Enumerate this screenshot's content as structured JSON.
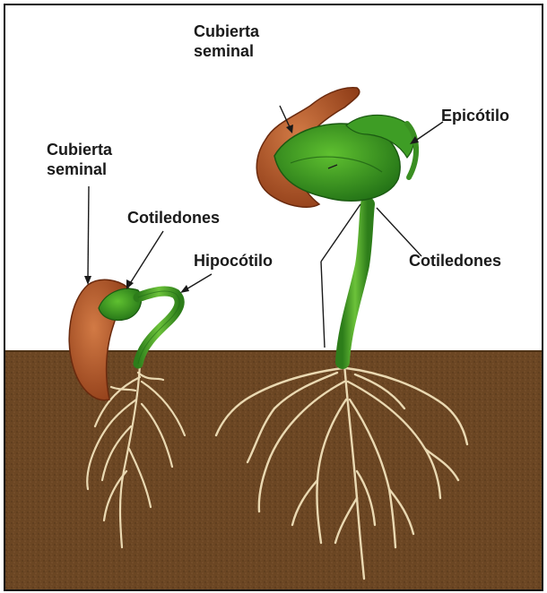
{
  "labels": {
    "left_seed_coat": [
      "Cubierta",
      "seminal"
    ],
    "left_cotyledons": "Cotiledones",
    "hypocotyl": "Hipocótilo",
    "right_seed_coat": [
      "Cubierta",
      "seminal"
    ],
    "epicotyl": "Epicótilo",
    "right_cotyledons": "Cotiledones"
  },
  "colors": {
    "sky": "#ffffff",
    "soil": "#6b4623",
    "stem_green": "#3f9a25",
    "leaf_green": "#2f8a1f",
    "seed_coat": "#b8582a",
    "root": "#e8d8b0",
    "label_text": "#1a1a1a"
  }
}
